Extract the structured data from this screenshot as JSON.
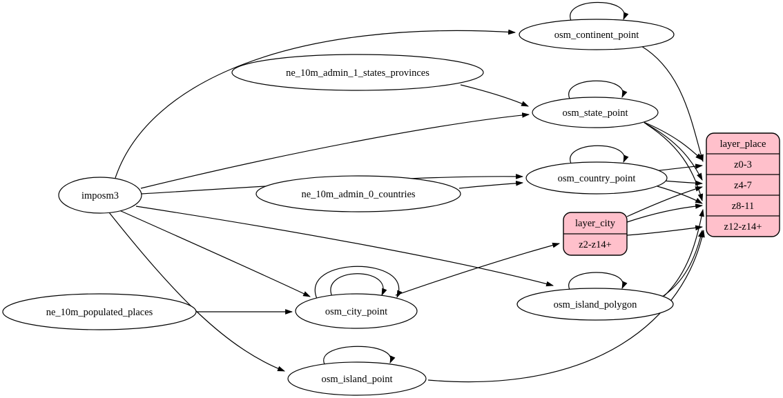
{
  "diagram": {
    "kind": "etl-graph",
    "background_color": "#ffffff",
    "node_fill": "#ffffff",
    "record_fill": "#ffc0cb",
    "stroke_color": "#000000",
    "nodes": {
      "imposm3": "imposm3",
      "ne_10m_admin_1_states_provinces": "ne_10m_admin_1_states_provinces",
      "ne_10m_admin_0_countries": "ne_10m_admin_0_countries",
      "ne_10m_populated_places": "ne_10m_populated_places",
      "osm_continent_point": "osm_continent_point",
      "osm_state_point": "osm_state_point",
      "osm_country_point": "osm_country_point",
      "osm_city_point": "osm_city_point",
      "osm_island_polygon": "osm_island_polygon",
      "osm_island_point": "osm_island_point"
    },
    "layer_city": {
      "title": "layer_city",
      "zoom_row": "z2-z14+"
    },
    "layer_place": {
      "title": "layer_place",
      "rows": [
        "z0-3",
        "z4-7",
        "z8-11",
        "z12-z14+"
      ]
    },
    "edges": [
      {
        "from": "imposm3",
        "to": "osm_continent_point"
      },
      {
        "from": "imposm3",
        "to": "osm_state_point"
      },
      {
        "from": "imposm3",
        "to": "osm_country_point"
      },
      {
        "from": "imposm3",
        "to": "osm_city_point"
      },
      {
        "from": "imposm3",
        "to": "osm_island_polygon"
      },
      {
        "from": "imposm3",
        "to": "osm_island_point"
      },
      {
        "from": "ne_10m_admin_1_states_provinces",
        "to": "osm_state_point"
      },
      {
        "from": "ne_10m_admin_0_countries",
        "to": "osm_country_point"
      },
      {
        "from": "ne_10m_populated_places",
        "to": "osm_city_point"
      },
      {
        "from": "osm_continent_point",
        "to": "osm_continent_point",
        "type": "self-loop"
      },
      {
        "from": "osm_state_point",
        "to": "osm_state_point",
        "type": "self-loop"
      },
      {
        "from": "osm_country_point",
        "to": "osm_country_point",
        "type": "self-loop"
      },
      {
        "from": "osm_city_point",
        "to": "osm_city_point",
        "type": "self-loop"
      },
      {
        "from": "osm_city_point",
        "to": "osm_city_point",
        "type": "self-loop"
      },
      {
        "from": "osm_island_polygon",
        "to": "osm_island_polygon",
        "type": "self-loop"
      },
      {
        "from": "osm_island_point",
        "to": "osm_island_point",
        "type": "self-loop"
      },
      {
        "from": "osm_city_point",
        "to": "layer_city:z2-z14+"
      },
      {
        "from": "osm_continent_point",
        "to": "layer_place:z0-3"
      },
      {
        "from": "osm_state_point",
        "to": "layer_place:z0-3"
      },
      {
        "from": "osm_state_point",
        "to": "layer_place:z4-7"
      },
      {
        "from": "osm_state_point",
        "to": "layer_place:z8-11"
      },
      {
        "from": "osm_country_point",
        "to": "layer_place:z0-3"
      },
      {
        "from": "osm_country_point",
        "to": "layer_place:z4-7"
      },
      {
        "from": "osm_country_point",
        "to": "layer_place:z8-11"
      },
      {
        "from": "layer_city",
        "to": "layer_place:z4-7"
      },
      {
        "from": "layer_city",
        "to": "layer_place:z8-11"
      },
      {
        "from": "layer_city",
        "to": "layer_place:z12-z14+"
      },
      {
        "from": "osm_island_polygon",
        "to": "layer_place:z8-11"
      },
      {
        "from": "osm_island_polygon",
        "to": "layer_place:z12-z14+"
      },
      {
        "from": "osm_island_point",
        "to": "layer_place:z12-z14+"
      }
    ]
  }
}
